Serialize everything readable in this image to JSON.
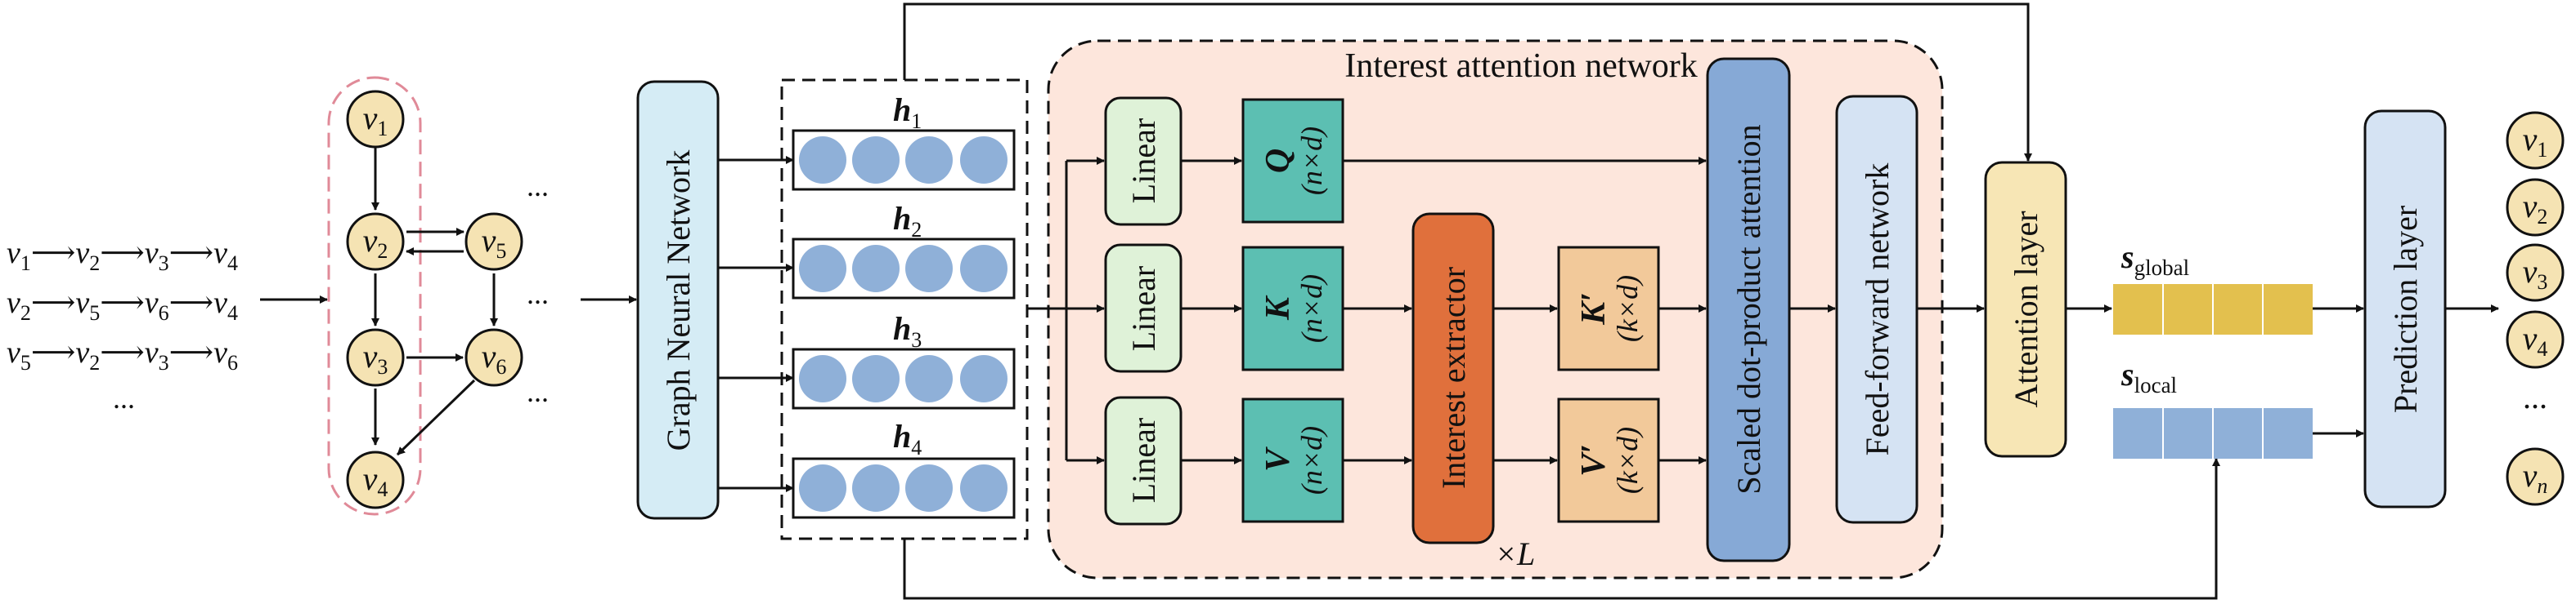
{
  "sessions": {
    "line1": [
      "v",
      "1",
      "v",
      "2",
      "v",
      "3",
      "v",
      "4"
    ],
    "line2": [
      "v",
      "2",
      "v",
      "5",
      "v",
      "6",
      "v",
      "4"
    ],
    "line3": [
      "v",
      "5",
      "v",
      "2",
      "v",
      "3",
      "v",
      "6"
    ],
    "more": "..."
  },
  "graph": {
    "nodes": [
      "1",
      "2",
      "3",
      "4",
      "5",
      "6"
    ],
    "node_var": "v",
    "ellipsis": "...",
    "node_fill": "#f5e3b3",
    "highlight_color": "#e08a98"
  },
  "gnn": {
    "label": "Graph Neural Network",
    "fill": "#d5ecf5"
  },
  "hidden": {
    "var": "h",
    "items": [
      "1",
      "2",
      "3",
      "4"
    ],
    "circle_fill": "#8fb0d8"
  },
  "interest_network": {
    "title": "Interest attention network",
    "background": "#fde6dc",
    "linear_label": "Linear",
    "linear_fill": "#dff2d8",
    "q": {
      "sym": "Q",
      "dim": "(n×d)"
    },
    "k": {
      "sym": "K",
      "dim": "(n×d)"
    },
    "v": {
      "sym": "V",
      "dim": "(n×d)"
    },
    "qkv_fill": "#5cbfb2",
    "extractor": {
      "label": "Interest extractor",
      "fill": "#e0703c"
    },
    "k_prime": {
      "sym": "K′",
      "dim": "(k×d)"
    },
    "v_prime": {
      "sym": "V′",
      "dim": "(k×d)"
    },
    "prime_fill": "#f2c99a",
    "repeat": "×L",
    "sdpa": {
      "label": "Scaled dot-product attention",
      "fill": "#86a9d6"
    },
    "ffn": {
      "label": "Feed-forward network",
      "fill": "#d5e3f3"
    }
  },
  "attention_layer": {
    "label": "Attention layer",
    "fill": "#f7e6b5"
  },
  "s_global": {
    "sym": "s",
    "sub": "global",
    "fill": "#e3c04e"
  },
  "s_local": {
    "sym": "s",
    "sub": "local",
    "fill": "#8fb0d8"
  },
  "prediction": {
    "label": "Prediction layer",
    "fill": "#d5e3f3"
  },
  "outputs": {
    "var": "v",
    "items": [
      "1",
      "2",
      "3",
      "4"
    ],
    "last": "n",
    "ellipsis": "...",
    "fill": "#f5e3b3"
  }
}
